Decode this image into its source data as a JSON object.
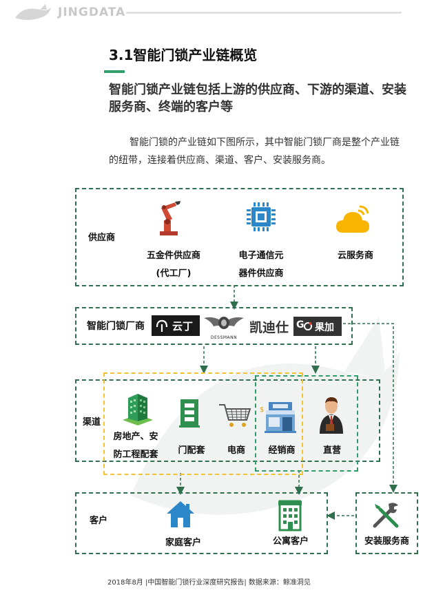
{
  "header": {
    "brand": "JINGDATA"
  },
  "title": "3.1智能门锁产业链概览",
  "subtitle": "智能门锁产业链包括上游的供应商、下游的渠道、安装服务商、终端的客户等",
  "paragraph": "智能门锁的产业链如下图所示，其中智能门锁厂商是整个产业链的纽带，连接着供应商、渠道、客户、安装服务商。",
  "diagram": {
    "suppliers": {
      "label": "供应商",
      "items": [
        {
          "label_line1": "五金件供应商",
          "label_line2": "(代工厂)",
          "icon": "robot-arm-icon"
        },
        {
          "label_line1": "电子通信元",
          "label_line2": "器件供应商",
          "icon": "chip-icon"
        },
        {
          "label_line1": "云服务商",
          "label_line2": "",
          "icon": "cloud-icon"
        }
      ]
    },
    "manufacturers": {
      "label": "智能门锁厂商",
      "brands": {
        "yunding": "云丁",
        "dessmann": "DESSMANN",
        "kaadas": "凯迪仕",
        "guojia": "果加"
      }
    },
    "channels": {
      "label": "渠道",
      "items": [
        {
          "label_line1": "房地产、安",
          "label_line2": "防工程配套",
          "icon": "building-icon"
        },
        {
          "label_line1": "门配套",
          "icon": "door-icon"
        },
        {
          "label_line1": "电商",
          "icon": "cart-icon"
        },
        {
          "label_line1": "经销商",
          "icon": "shop-icon"
        },
        {
          "label_line1": "直营",
          "icon": "businessman-icon"
        }
      ]
    },
    "customers": {
      "label": "客户",
      "items": [
        {
          "label_line1": "家庭客户",
          "icon": "house-icon"
        },
        {
          "label_line1": "公寓客户",
          "icon": "apartment-icon"
        }
      ]
    },
    "installer": {
      "label": "安装服务商",
      "icon": "tools-icon"
    }
  },
  "footer": "2018年8月 |中国智能门锁行业深度研究报告| 数据来源：鲸准洞见",
  "colors": {
    "accent_green": "#2e9e69",
    "dash_green": "#2f6f4e",
    "dash_yellow": "#f2c230",
    "icon_green": "#2a8a4e",
    "icon_blue": "#2b87c8"
  }
}
